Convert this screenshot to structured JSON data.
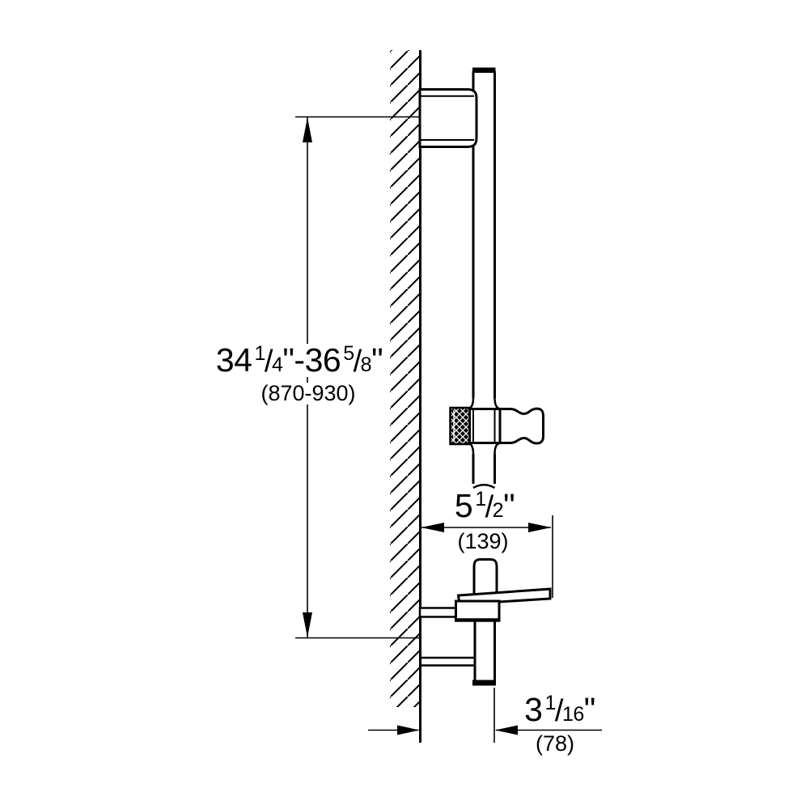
{
  "drawing": {
    "title": "shower slide rail installation drawing",
    "colors": {
      "line": "#000000",
      "background": "#ffffff"
    }
  },
  "dimensions": {
    "rail_height": {
      "whole_a": "34",
      "frac_a_num": "1",
      "frac_a_slash": "/",
      "frac_a_den": "4",
      "suffix_a": "\"-",
      "whole_b": "36",
      "frac_b_num": "5",
      "frac_b_slash": "/",
      "frac_b_den": "8",
      "suffix_b": "\"",
      "metric": "(870-930)"
    },
    "holder_reach": {
      "whole": "5",
      "frac_num": "1",
      "frac_slash": "/",
      "frac_den": "2",
      "suffix": "\"",
      "metric": "(139)"
    },
    "rail_offset": {
      "whole": "3",
      "frac_num": "1",
      "frac_slash": "/",
      "frac_den": "16",
      "suffix": "\"",
      "metric": "(78)"
    }
  }
}
